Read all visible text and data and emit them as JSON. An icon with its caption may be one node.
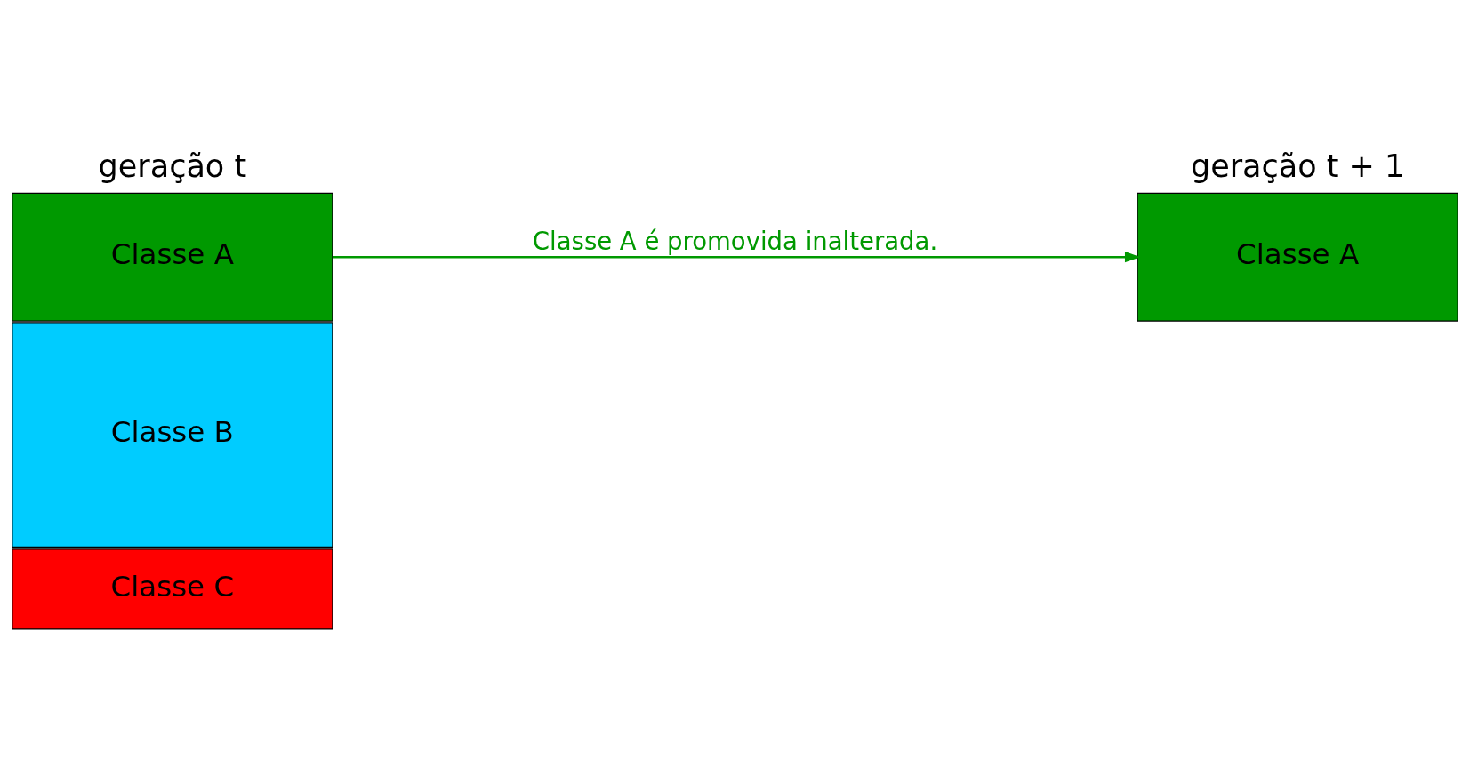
{
  "diagram": {
    "nodes": [
      {
        "text": [
          "Classe A"
        ]
      },
      {
        "text": [
          "Classe B"
        ]
      },
      {
        "text": [
          "Classe C"
        ]
      },
      {
        "text": [
          "Classe A"
        ]
      }
    ],
    "edges": [
      {
        "from": 0,
        "to": 3,
        "arrow": "to",
        "label": "Classe A é promovida inalterada.",
        "color": "#009900"
      }
    ],
    "labels": [
      "geração t",
      "geração t + 1"
    ]
  }
}
